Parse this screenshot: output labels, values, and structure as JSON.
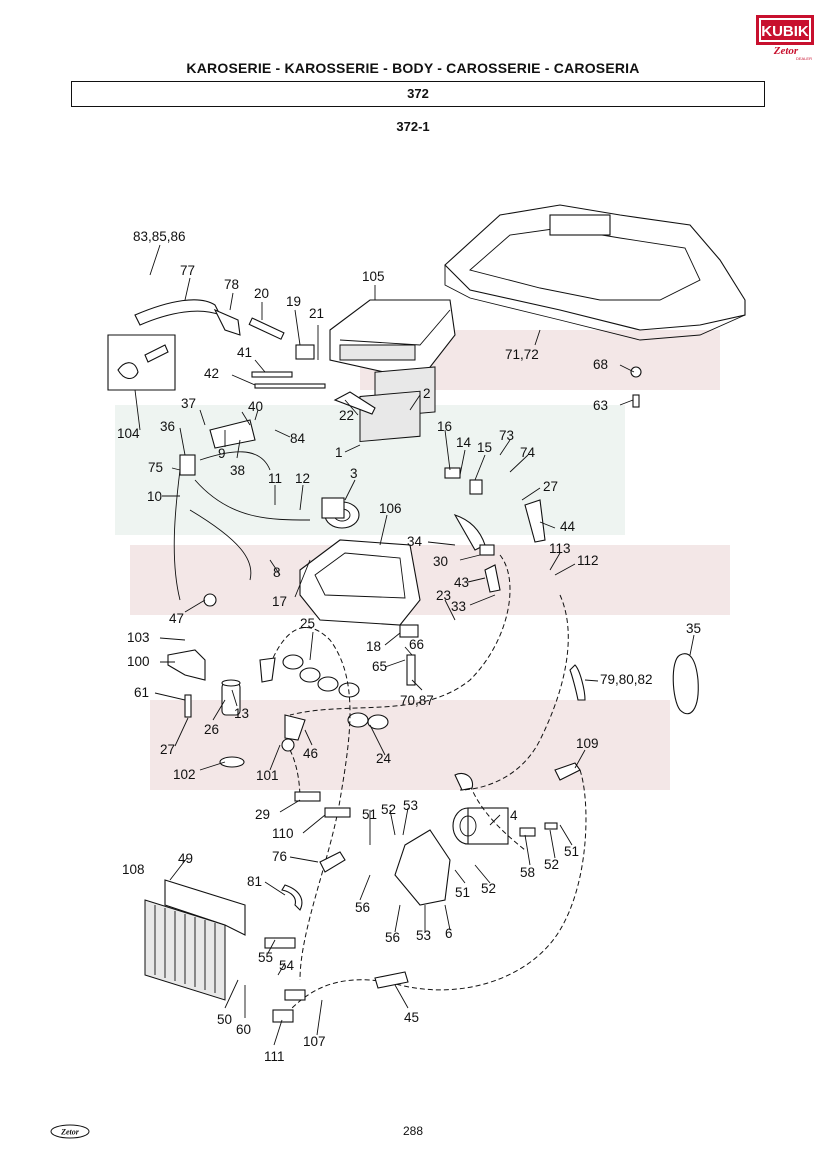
{
  "header": {
    "title": "KAROSERIE - KAROSSERIE - BODY - CAROSSERIE - CAROSERIA",
    "catalog_code": "372",
    "figure_code": "372-1"
  },
  "brand": {
    "logo_text": "KUBIK",
    "logo_sub": "Zetor",
    "logo_tag": "DEALER",
    "footer_logo": "Zetor",
    "watermark": "KUBIK Zetor"
  },
  "colors": {
    "logo_red": "#c8102e",
    "watermark_red": "#e9d4d4",
    "watermark_green": "#e3ece8"
  },
  "callouts": [
    "83,85,86",
    "77",
    "78",
    "20",
    "19",
    "21",
    "105",
    "41",
    "42",
    "104",
    "37",
    "40",
    "36",
    "9",
    "38",
    "84",
    "22",
    "2",
    "1",
    "16",
    "14",
    "15",
    "73",
    "74",
    "75",
    "10",
    "11",
    "12",
    "3",
    "106",
    "27",
    "44",
    "34",
    "30",
    "113",
    "112",
    "8",
    "17",
    "43",
    "33",
    "23",
    "47",
    "103",
    "25",
    "35",
    "100",
    "18",
    "66",
    "65",
    "79,80,82",
    "61",
    "26",
    "13",
    "70,87",
    "27",
    "46",
    "24",
    "101",
    "102",
    "29",
    "110",
    "109",
    "51",
    "52",
    "53",
    "4",
    "76",
    "108",
    "49",
    "81",
    "56",
    "56",
    "53",
    "6",
    "51",
    "52",
    "58",
    "52",
    "51",
    "55",
    "54",
    "45",
    "50",
    "60",
    "107",
    "111",
    "71,72",
    "68",
    "63"
  ],
  "page_number": "288"
}
